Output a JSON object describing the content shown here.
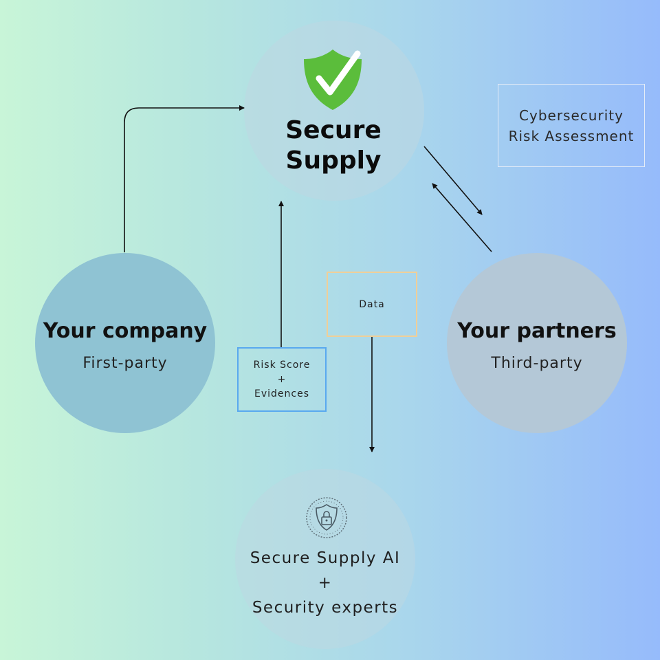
{
  "brand": {
    "line1": "Secure",
    "line2": "Supply"
  },
  "company": {
    "title": "Your company",
    "subtitle": "First-party"
  },
  "partners": {
    "title": "Your partners",
    "subtitle": "Third-party"
  },
  "assessment": {
    "label": "Cybersecurity Risk Assessment"
  },
  "data_box": {
    "label": "Data"
  },
  "score_box": {
    "line1": "Risk Score",
    "line2": "+",
    "line3": "Evidences"
  },
  "ai": {
    "line1": "Secure Supply AI",
    "line2": "+",
    "line3": "Security experts"
  },
  "colors": {
    "shield": "#5bbd3b",
    "check": "#ffffff",
    "data_border": "#f0cf98",
    "score_border": "#59a9ef"
  },
  "icons": {
    "brand": "shield-check-icon",
    "ai": "shield-lock-icon"
  }
}
